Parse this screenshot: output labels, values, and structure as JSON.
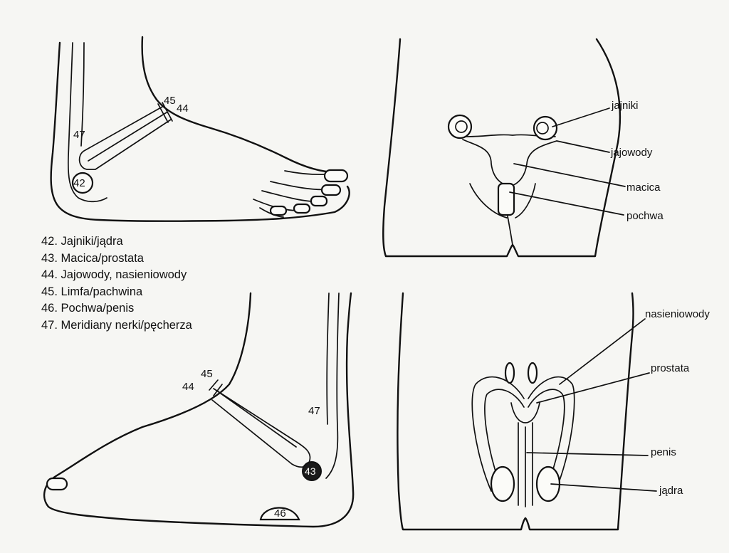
{
  "legend": [
    "42. Jajniki/jądra",
    "43. Macica/prostata",
    "44. Jajowody, nasieniowody",
    "45. Limfa/pachwina",
    "46. Pochwa/penis",
    "47. Meridiany nerki/pęcherza"
  ],
  "foot_top": {
    "n47": "47",
    "n45": "45",
    "n44": "44",
    "n42": "42"
  },
  "foot_bottom": {
    "n45": "45",
    "n44": "44",
    "n47": "47",
    "n43": "43",
    "n46": "46"
  },
  "female": {
    "ovaries": "jajniki",
    "tubes": "jajowody",
    "uterus": "macica",
    "vagina": "pochwa"
  },
  "male": {
    "vas_deferens": "nasieniowody",
    "prostate": "prostata",
    "penis": "penis",
    "testes": "jądra"
  }
}
